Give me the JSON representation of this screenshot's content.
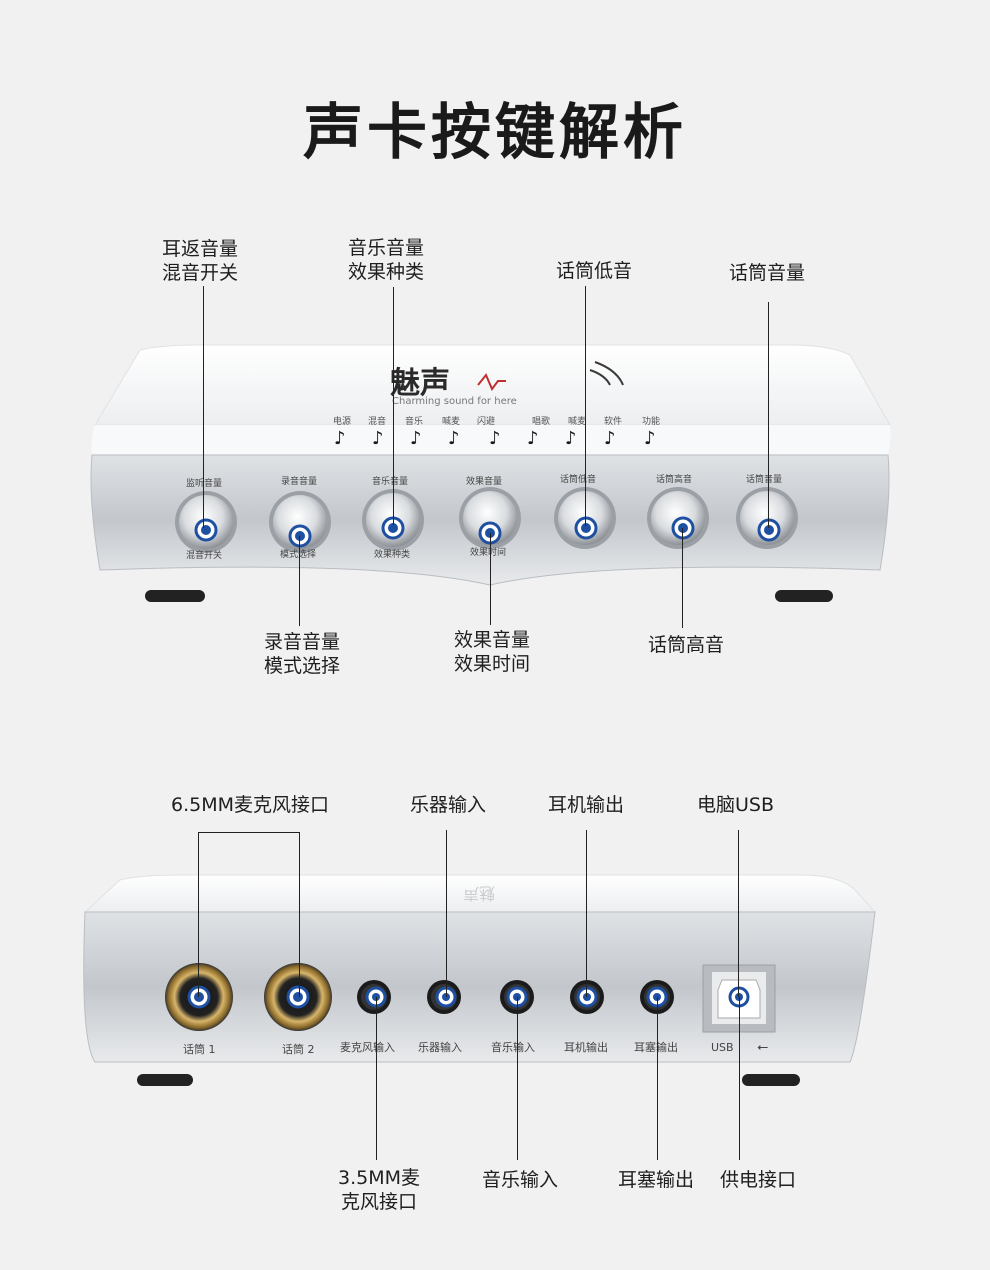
{
  "title": "声卡按键解析",
  "top_device": {
    "brand_logo": "魅声",
    "brand_tagline": "Charming sound for here",
    "mode_labels": [
      "电源",
      "混音",
      "音乐",
      "喊麦",
      "闪避",
      "唱歌",
      "喊麦",
      "软件",
      "功能"
    ],
    "knob_labels_top": [
      "监听音量",
      "录音音量",
      "音乐音量",
      "效果音量",
      "话筒低音",
      "话筒高音",
      "话筒音量"
    ],
    "knob_labels_bottom": [
      "混音开关",
      "模式选择",
      "效果种类",
      "效果时间",
      "",
      "",
      ""
    ]
  },
  "top_callouts": {
    "monitor": [
      "耳返音量",
      "混音开关"
    ],
    "music": [
      "音乐音量",
      "效果种类"
    ],
    "mic_bass": [
      "话筒低音"
    ],
    "mic_volume": [
      "话筒音量"
    ],
    "record": [
      "录音音量",
      "模式选择"
    ],
    "effect": [
      "效果音量",
      "效果时间"
    ],
    "mic_treble": [
      "话筒高音"
    ]
  },
  "back_device": {
    "port_labels": [
      "话筒 1",
      "话筒 2",
      "麦克风输入",
      "乐器输入",
      "音乐输入",
      "耳机输出",
      "耳塞输出",
      "USB"
    ]
  },
  "bottom_callouts": {
    "mic_65": "6.5MM麦克风接口",
    "instrument": "乐器输入",
    "headphone": "耳机输出",
    "usb": "电脑USB",
    "mic_35": [
      "3.5MM麦",
      "克风接口"
    ],
    "music_in": "音乐输入",
    "earbud": "耳塞输出",
    "power": "供电接口"
  },
  "colors": {
    "background": "#f1f1f1",
    "dot": "#1e4fa0",
    "silver": "#c9ccd0",
    "top_white": "#ffffff"
  }
}
